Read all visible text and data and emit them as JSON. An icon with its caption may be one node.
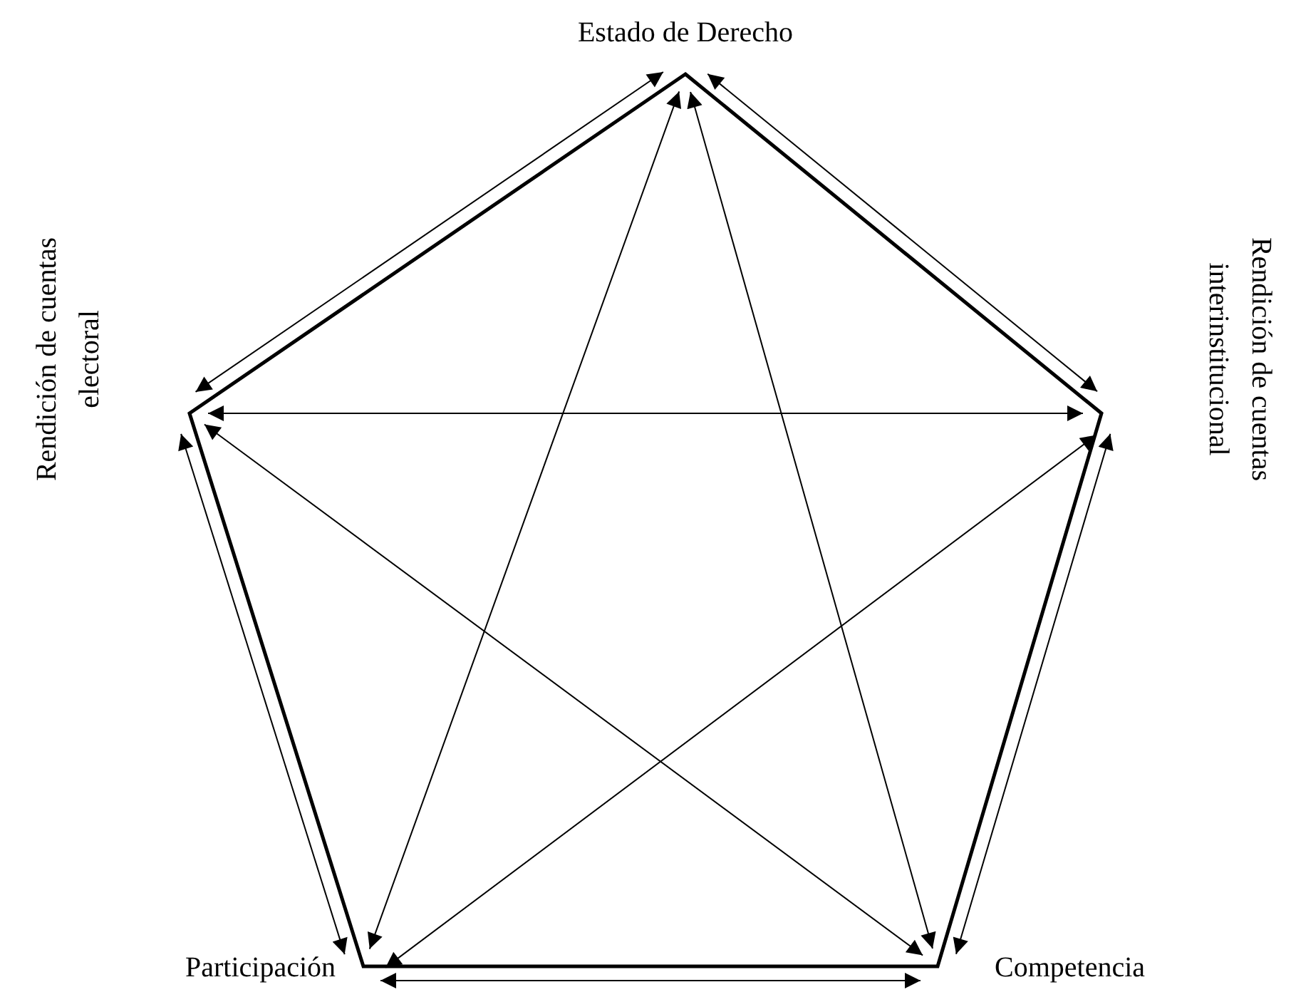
{
  "diagram": {
    "nodes": [
      {
        "text": [
          "Estado de Derecho"
        ]
      },
      {
        "text": [
          "Rendición de cuentas electoral"
        ]
      },
      {
        "text": [
          "Rendición de cuentas interinstitucional"
        ]
      },
      {
        "text": [
          "Participación"
        ]
      },
      {
        "text": [
          "Competencia"
        ]
      }
    ],
    "edges": [
      {
        "from": 0,
        "to": 1,
        "arrow": "both"
      },
      {
        "from": 0,
        "to": 2,
        "arrow": "both"
      },
      {
        "from": 0,
        "to": 3,
        "arrow": "both"
      },
      {
        "from": 0,
        "to": 4,
        "arrow": "both"
      },
      {
        "from": 1,
        "to": 2,
        "arrow": "both"
      },
      {
        "from": 1,
        "to": 3,
        "arrow": "both"
      },
      {
        "from": 1,
        "to": 4,
        "arrow": "both"
      },
      {
        "from": 2,
        "to": 3,
        "arrow": "both"
      },
      {
        "from": 2,
        "to": 4,
        "arrow": "both"
      },
      {
        "from": 3,
        "to": 4,
        "arrow": "both"
      }
    ]
  }
}
